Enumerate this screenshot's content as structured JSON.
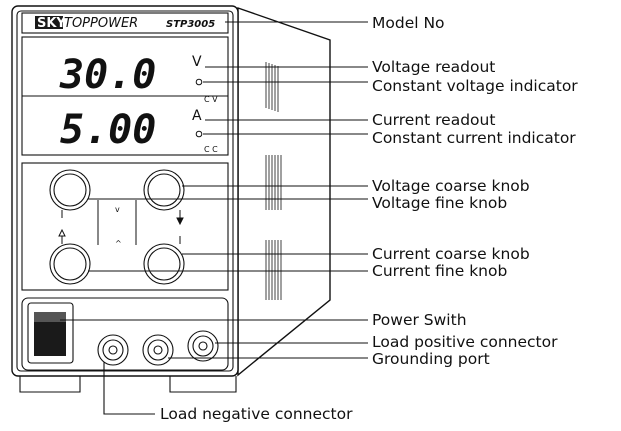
{
  "device": {
    "brand_box": "SKY",
    "brand_text": "TOPPOWER",
    "model": "STP3005",
    "voltage_value": "30.0",
    "voltage_unit": "V",
    "current_value": "5.00",
    "current_unit": "A",
    "cv_mark": "C V",
    "cc_mark": "C C"
  },
  "labels": [
    "Model No",
    "Voltage readout",
    "Constant voltage indicator",
    "Current readout",
    "Constant  current indicator",
    "Voltage  coarse knob",
    "Voltage fine  knob",
    "Current coarse knob",
    "Current fine knob",
    "Power Swith",
    "Load positive connector",
    "Grounding  port",
    "Load negative connector"
  ]
}
